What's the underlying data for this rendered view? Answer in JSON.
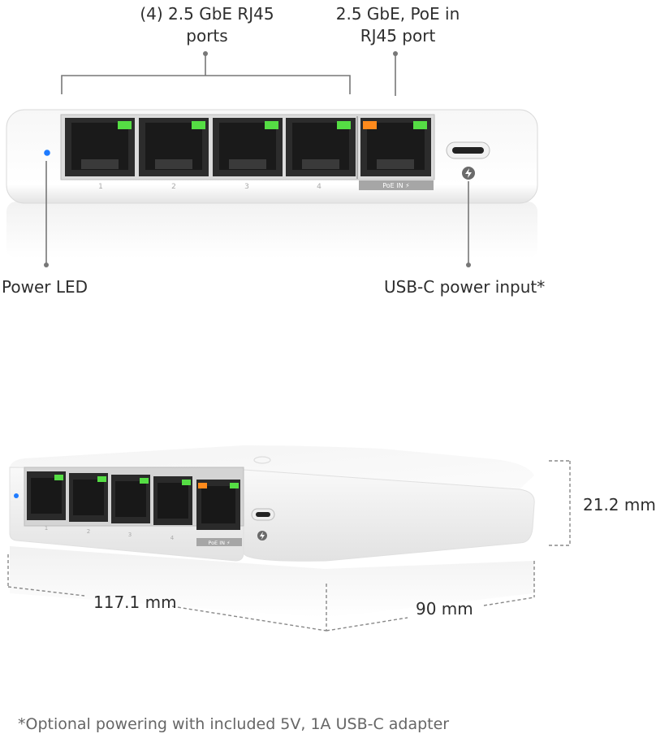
{
  "callouts": {
    "ports_line1": "(4) 2.5 GbE RJ45",
    "ports_line2": "ports",
    "poe_line1": "2.5 GbE, PoE in",
    "poe_line2": "RJ45 port",
    "power_led": "Power LED",
    "usbc_input": "USB-C power input*"
  },
  "port_numbers": [
    "1",
    "2",
    "3",
    "4"
  ],
  "poe_label": "PoE IN ⚡",
  "dimensions": {
    "height": "21.2 mm",
    "width": "117.1 mm",
    "depth": "90 mm"
  },
  "footnote": "*Optional powering with included 5V, 1A USB-C adapter",
  "colors": {
    "led_green": "#55dd44",
    "led_orange": "#ff8a1c",
    "power_led_blue": "#1e7bff"
  }
}
